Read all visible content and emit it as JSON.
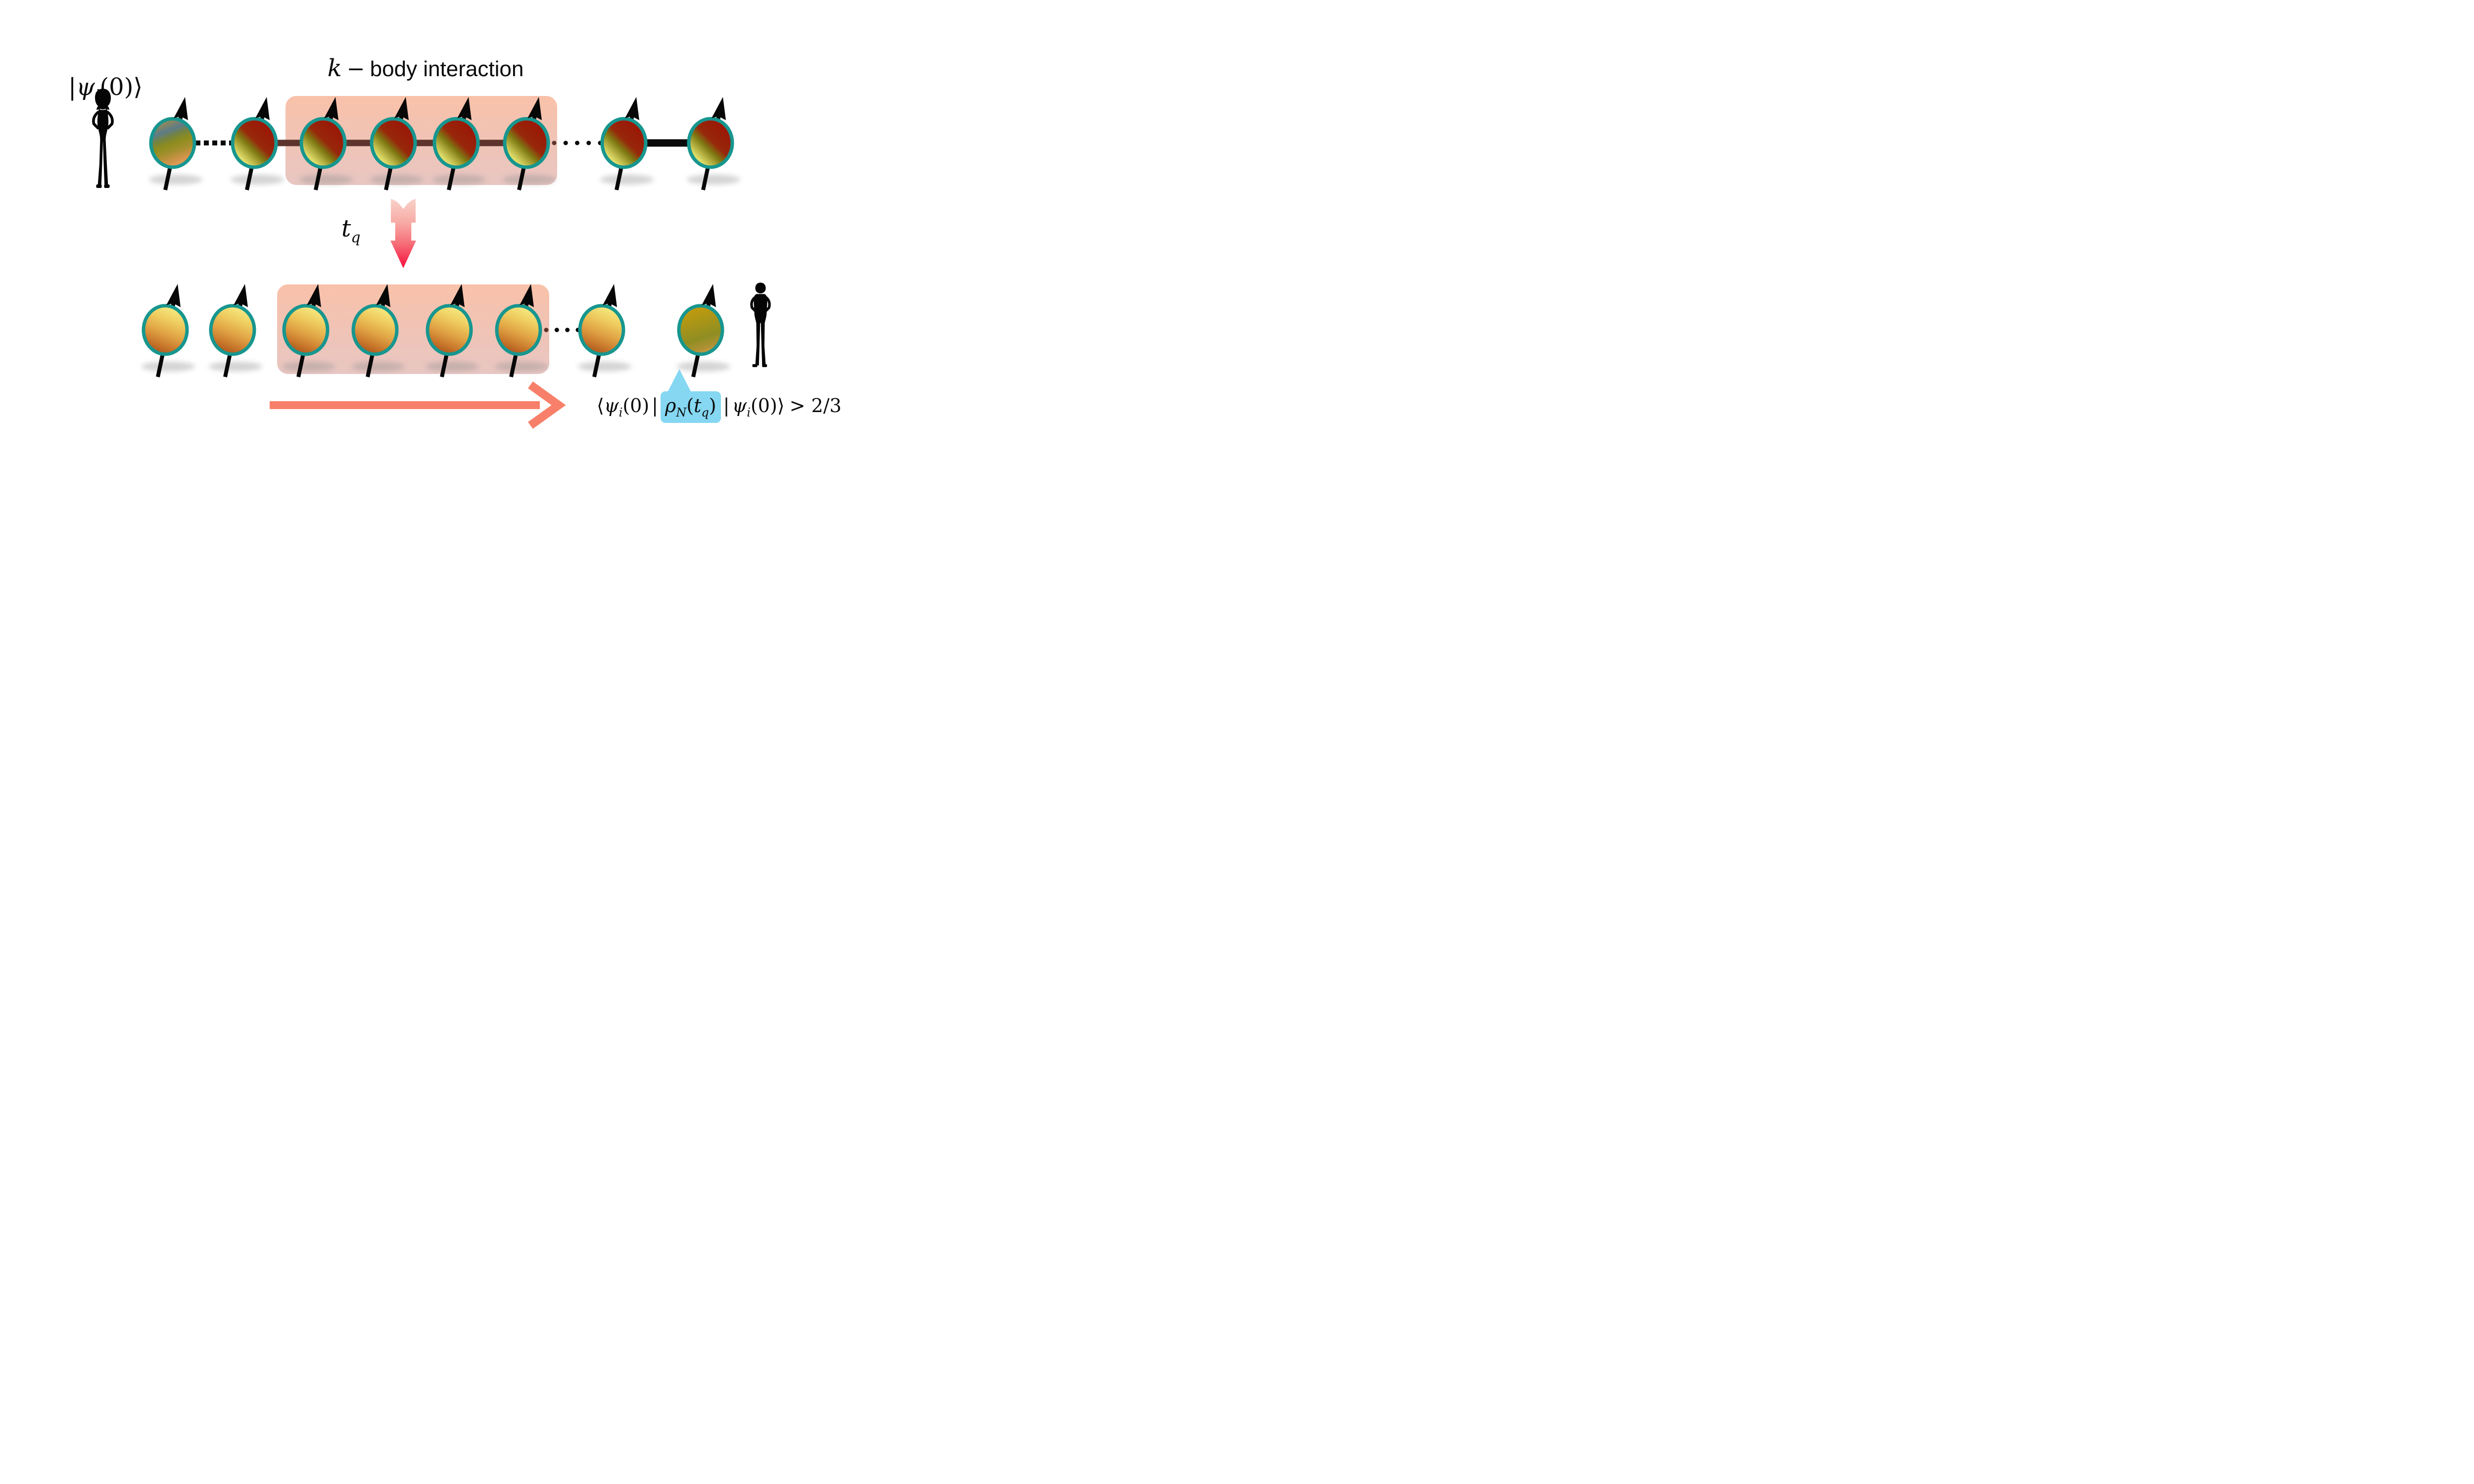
{
  "labels": {
    "initial_state": {
      "bar": "|",
      "psi": "ψ",
      "sub": "i",
      "args": "(0)",
      "ket": "⟩"
    },
    "k_body": {
      "k": "k",
      "minus": "−",
      "rest": "body interaction"
    },
    "time": {
      "t": "t",
      "sub": "q"
    }
  },
  "formula": {
    "open": "⟨",
    "psi1": "ψ",
    "sub1": "i",
    "args1": "(0)",
    "bar1": "|",
    "rho": "ρ",
    "rhoSub": "N",
    "tOpen": "(",
    "t": "t",
    "tSub": "q",
    "tClose": ")",
    "bar2": "|",
    "psi2": "ψ",
    "sub2": "i",
    "args2": "(0)",
    "ket": "⟩",
    "relation": "> 2/3"
  },
  "colors": {
    "spin_border": "#17968f",
    "link_brown": "#5d342b",
    "link_black": "#0a0a0a",
    "box_gradient_top": "#f9c1a9",
    "box_gradient_bottom": "#e8c6c2",
    "evolution_arrow": "#f8806a",
    "highlight_blue": "#85d7f2",
    "quench_arrow_start": "#f8d2c9",
    "quench_arrow_end": "#f60f3c"
  },
  "top_chain": {
    "spin_count": 8,
    "variants": [
      "initial",
      "std",
      "std",
      "std",
      "std",
      "std",
      "std",
      "std"
    ],
    "connections": [
      {
        "style": "dashed",
        "tone": "black"
      },
      {
        "style": "solid",
        "tone": "brown"
      },
      {
        "style": "solid",
        "tone": "brown"
      },
      {
        "style": "solid",
        "tone": "brown"
      },
      {
        "style": "solid",
        "tone": "brown"
      },
      {
        "style": "dots",
        "tone": "black",
        "count": 5,
        "lead_tone": "brown"
      },
      {
        "style": "solid",
        "tone": "black"
      }
    ]
  },
  "bottom_chain": {
    "spin_count": 8,
    "variants": [
      "warm",
      "warm",
      "warm",
      "warm",
      "warm",
      "warm",
      "warm",
      "final"
    ],
    "connections": [
      {
        "style": "scribble",
        "tone": "black"
      },
      {
        "style": "scribble",
        "tone": "black"
      },
      {
        "style": "scribble",
        "tone": "brown"
      },
      {
        "style": "scribble",
        "tone": "brown"
      },
      {
        "style": "scribble",
        "tone": "brown"
      },
      {
        "style": "dots",
        "tone": "black",
        "count": 4,
        "lead_tone": "brown"
      },
      {
        "style": "scribble",
        "tone": "black"
      }
    ]
  }
}
